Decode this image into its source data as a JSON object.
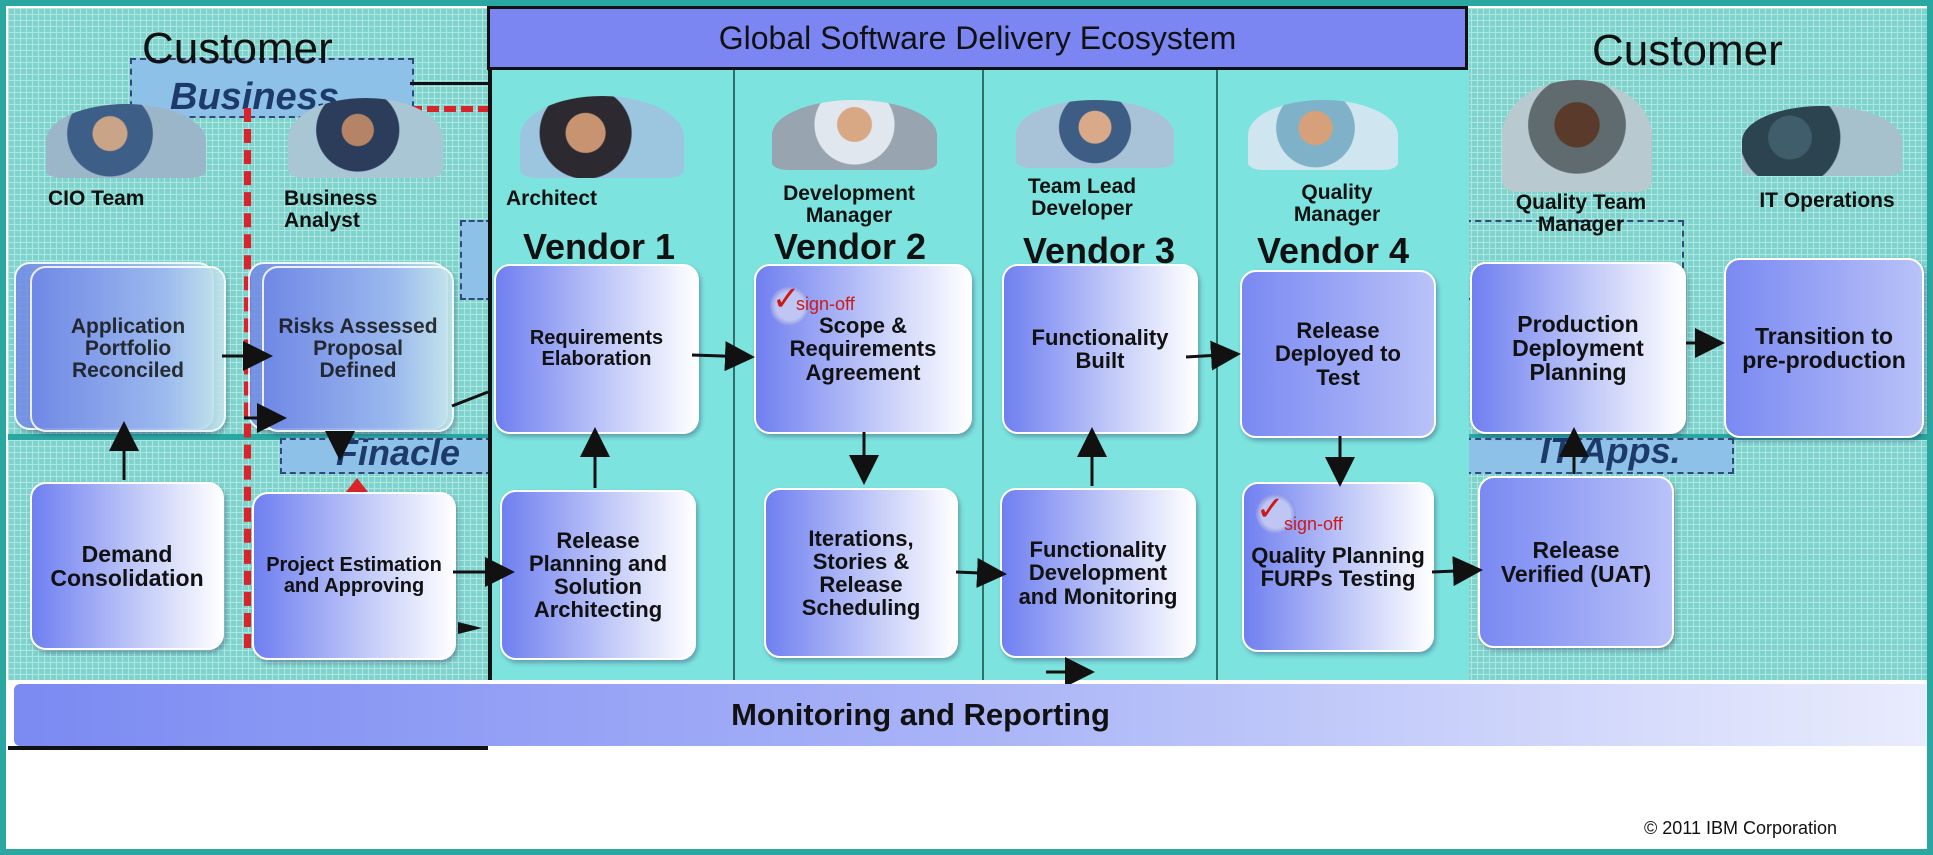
{
  "title": "Global Software Delivery Ecosystem",
  "customer_left": "Customer",
  "customer_right": "Customer",
  "background_labels": {
    "business": "Business",
    "finacle": "Finacle",
    "it_apps": "IT Apps."
  },
  "roles": {
    "cio_team": "CIO Team",
    "business_analyst": "Business Analyst",
    "architect": "Architect",
    "development_manager": "Development Manager",
    "team_lead_developer": "Team Lead Developer",
    "quality_manager": "Quality Manager",
    "quality_team_manager": "Quality Team Manager",
    "it_operations": "IT Operations"
  },
  "vendors": [
    "Vendor 1",
    "Vendor 2",
    "Vendor 3",
    "Vendor 4"
  ],
  "boxes": {
    "application_portfolio": "Application Portfolio Reconciled",
    "risks_assessed": "Risks Assessed Proposal Defined",
    "demand_consolidation": "Demand Consolidation",
    "project_estimation": "Project Estimation and Approving",
    "requirements_elaboration": "Requirements Elaboration",
    "release_planning": "Release Planning and Solution Architecting",
    "scope_requirements": "Scope & Requirements Agreement",
    "iterations_stories": "Iterations, Stories & Release Scheduling",
    "functionality_built": "Functionality Built",
    "functionality_development": "Functionality Development and Monitoring",
    "release_deployed": "Release Deployed to Test",
    "quality_planning": "Quality Planning FURPs Testing",
    "production_deployment": "Production Deployment Planning",
    "transition_preproduction": "Transition to pre-production",
    "release_verified": "Release Verified (UAT)"
  },
  "signoff_label": "sign-off",
  "monitoring": "Monitoring and Reporting",
  "copyright": "© 2011 IBM Corporation",
  "colors": {
    "frame": "#2aa7a1",
    "center_panel": "#7de3df",
    "title_bar": "#7b86f3",
    "signoff": "#cc1a1a"
  },
  "icons": {
    "checkmark": "check-icon"
  }
}
